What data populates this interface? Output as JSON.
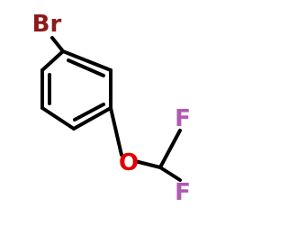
{
  "molecule": {
    "atoms": {
      "br": {
        "symbol": "Br",
        "color": "#8b1a1a"
      },
      "o": {
        "symbol": "O",
        "color": "#e00000"
      },
      "f1": {
        "symbol": "F",
        "color": "#b05ab0"
      },
      "f2": {
        "symbol": "F",
        "color": "#b05ab0"
      }
    },
    "bond_color": "#000000"
  }
}
